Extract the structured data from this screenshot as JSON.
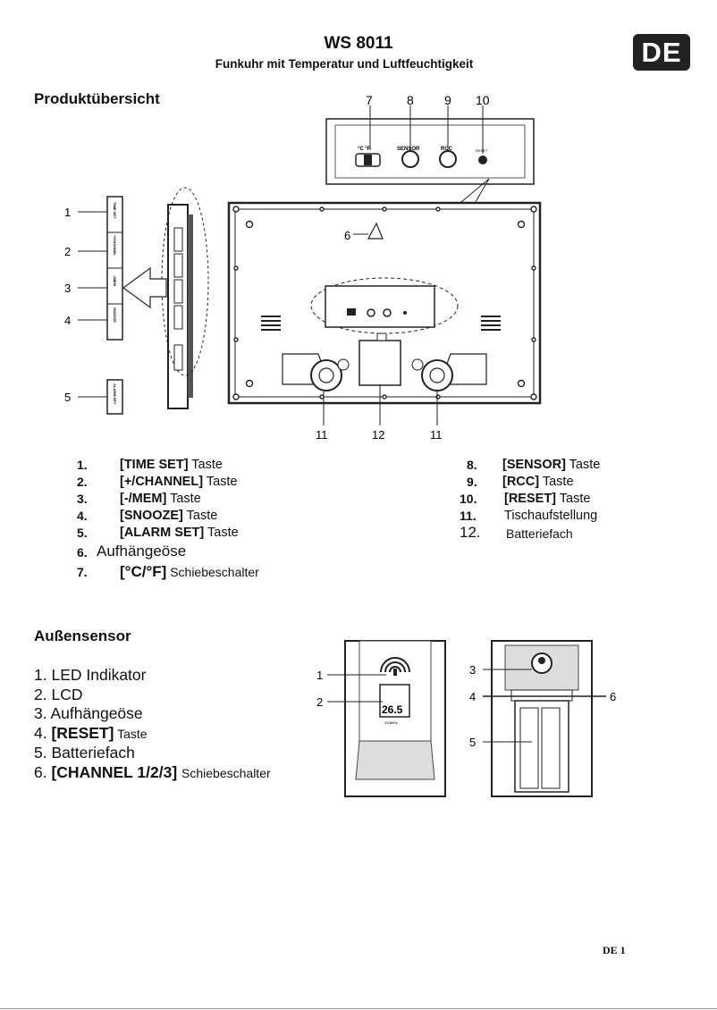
{
  "header": {
    "title": "WS 8011",
    "subtitle": "Funkuhr mit Temperatur und Luftfeuchtigkeit",
    "lang_badge": "DE"
  },
  "overview": {
    "heading": "Produktübersicht",
    "callouts": [
      "1",
      "2",
      "3",
      "4",
      "5",
      "6",
      "7",
      "8",
      "9",
      "10",
      "11",
      "12",
      "11"
    ],
    "device_labels": {
      "c_f": "°C  °F",
      "sensor": "SENSOR",
      "rcc": "RCC",
      "reset": "RESET"
    },
    "side_labels": [
      "TIME SET",
      "+/CHANNEL",
      "-/MEM",
      "SNOOZE",
      "ALARM SET"
    ],
    "items_left": [
      {
        "num": "1.",
        "key": "[TIME SET]",
        "text": " Taste"
      },
      {
        "num": "2.",
        "key": "[+/CHANNEL]",
        "text": " Taste"
      },
      {
        "num": "3.",
        "key": "[-/MEM]",
        "text": " Taste"
      },
      {
        "num": "4.",
        "key": "[SNOOZE]",
        "text": " Taste"
      },
      {
        "num": "5.",
        "key": "[ALARM SET]",
        "text": " Taste"
      },
      {
        "num": "6.",
        "key": "",
        "text": "Aufhängeöse"
      },
      {
        "num": "7.",
        "key": "[°C/°F]",
        "text": " Schiebeschalter"
      }
    ],
    "items_right": [
      {
        "num": "8.",
        "key": "[SENSOR]",
        "text": " Taste"
      },
      {
        "num": "9.",
        "key": "[RCC]",
        "text": " Taste"
      },
      {
        "num": "10.",
        "key": "[RESET]",
        "text": " Taste"
      },
      {
        "num": "11.",
        "key": "",
        "text": "Tischaufstellung"
      },
      {
        "num": "12.",
        "key": "",
        "text": "Batteriefach"
      }
    ]
  },
  "sensor": {
    "heading": "Außensensor",
    "items": [
      {
        "text": "1. LED Indikator"
      },
      {
        "text": "2. LCD"
      },
      {
        "text": "3. Aufhängeöse"
      },
      {
        "pre": "4. ",
        "key": "[RESET]",
        "post": " Taste"
      },
      {
        "text": "5. Batteriefach"
      },
      {
        "pre": "6. ",
        "key": "[CHANNEL 1/2/3]",
        "post": " Schiebeschalter"
      }
    ],
    "callouts": [
      "1",
      "2",
      "3",
      "4",
      "5",
      "6"
    ],
    "lcd_value": "26.5",
    "front_label": "433MHz"
  },
  "footer": {
    "page": "DE 1"
  }
}
